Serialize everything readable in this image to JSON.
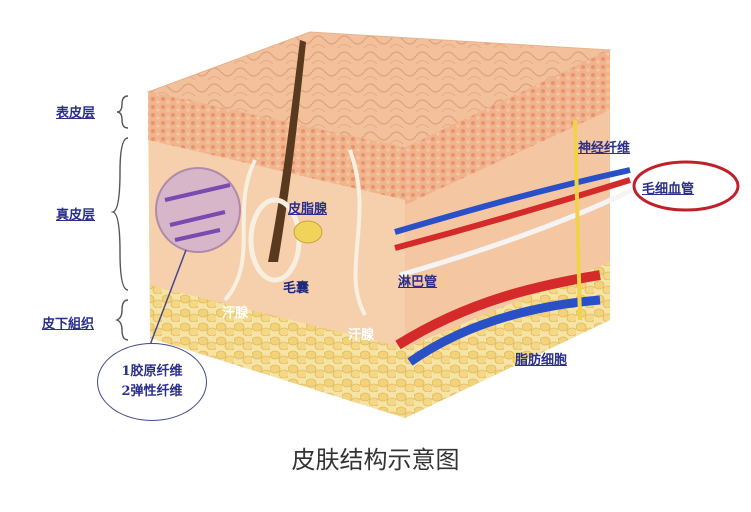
{
  "labels": {
    "epidermis": "表皮层",
    "dermis": "真皮层",
    "subcutaneous": "皮下組织",
    "nerve_fiber": "神经纤维",
    "capillary": "毛细血管",
    "sebaceous_gland": "皮脂腺",
    "hair_follicle": "毛囊",
    "sweat_gland_1": "汗腺",
    "sweat_gland_2": "汗腺",
    "lymph_vessel": "淋巴管",
    "fat_cell": "脂肪细胞",
    "collagen": "1胶原纤维",
    "elastic": "2弹性纤维"
  },
  "caption": "皮肤结构示意图",
  "colors": {
    "label_text": "#2b2f8a",
    "highlight_ring": "#c0202a",
    "artery": "#d42a2a",
    "vein": "#2a50c8",
    "skin": "#f4c9a4",
    "fat": "#f2d98a"
  }
}
